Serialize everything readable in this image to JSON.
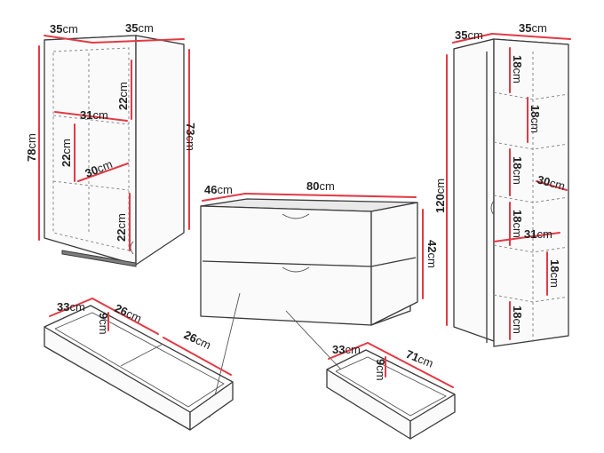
{
  "unit": "cm",
  "colors": {
    "dimension_line": "#e23a45",
    "outline": "#3a3a3a",
    "panel": "#fafafa"
  },
  "cabinet_small": {
    "depth": "35",
    "width": "35",
    "height": "78",
    "side_height": "73",
    "shelf_width": "31",
    "shelf_depth": "30",
    "upper_clearance": "22",
    "middle_clearance": "22",
    "lower_clearance": "22"
  },
  "drawer_chest": {
    "depth": "46",
    "width": "80",
    "height": "42"
  },
  "bookcase": {
    "depth": "35",
    "width": "35",
    "height": "120",
    "shelf_width": "31",
    "shelf_depth": "30",
    "compartment_1": "18",
    "compartment_2": "18",
    "compartment_3": "18",
    "compartment_4": "18",
    "compartment_5": "18",
    "compartment_6": "18"
  },
  "drawer_divided": {
    "depth": "33",
    "section_1_width": "26",
    "section_2_width": "26",
    "inner_height": "9"
  },
  "drawer_single": {
    "depth": "33",
    "width": "71",
    "inner_height": "9"
  }
}
